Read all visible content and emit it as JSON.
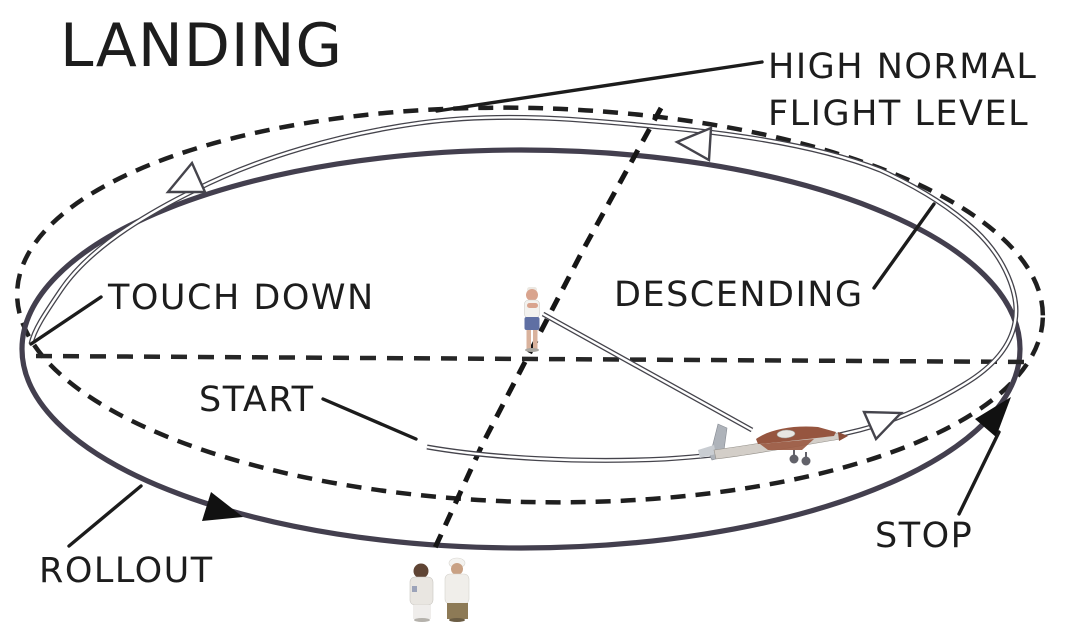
{
  "title": "LANDING",
  "labels": {
    "high_normal_line1": "HIGH NORMAL",
    "high_normal_line2": "FLIGHT LEVEL",
    "touch_down": "TOUCH DOWN",
    "descending": "DESCENDING",
    "start": "START",
    "rollout": "ROLLOUT",
    "stop": "STOP"
  },
  "colors": {
    "ground_circle": "#433f4e",
    "dashed_line": "#1f1f1f",
    "flight_path": "#45444c",
    "text": "#1d1d1d",
    "arrow_fill": "#111111",
    "plane_top": "#96553f",
    "plane_body": "#d3cec8",
    "pilot_shorts": "#5f6fa3"
  },
  "figures": {
    "pilot": "pilot-figure",
    "airplane": "model-airplane-figure",
    "spectators": "spectators-figure"
  }
}
